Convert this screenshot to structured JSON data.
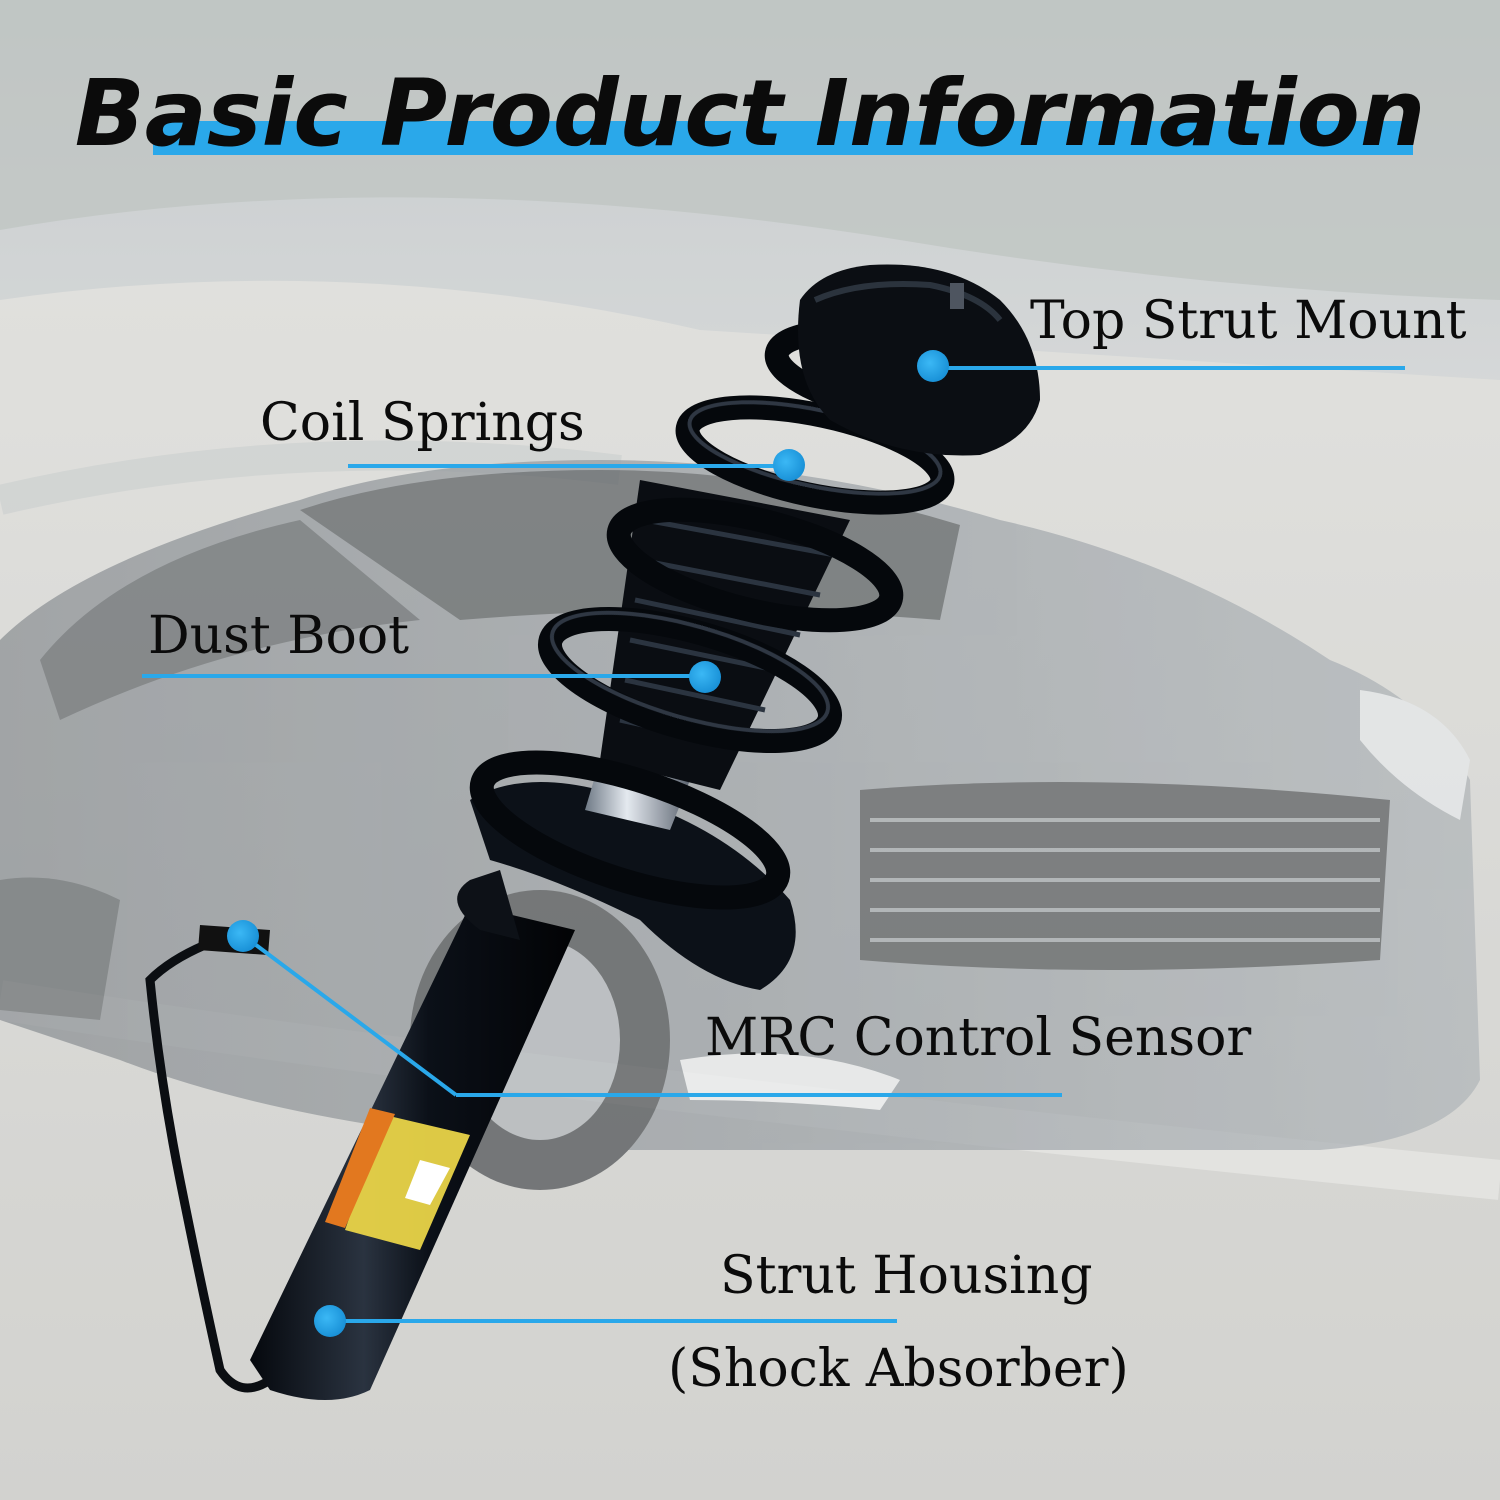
{
  "title": "Basic Product Information",
  "labels": {
    "top_strut_mount": "Top Strut Mount",
    "coil_springs": "Coil Springs",
    "dust_boot": "Dust Boot",
    "mrc_control_sensor": "MRC Control Sensor",
    "strut_housing": "Strut Housing",
    "shock_absorber": "(Shock Absorber)"
  },
  "colors": {
    "accent": "#2aa8ea",
    "text": "#0b0b0b",
    "strut": "#0a0f18"
  }
}
